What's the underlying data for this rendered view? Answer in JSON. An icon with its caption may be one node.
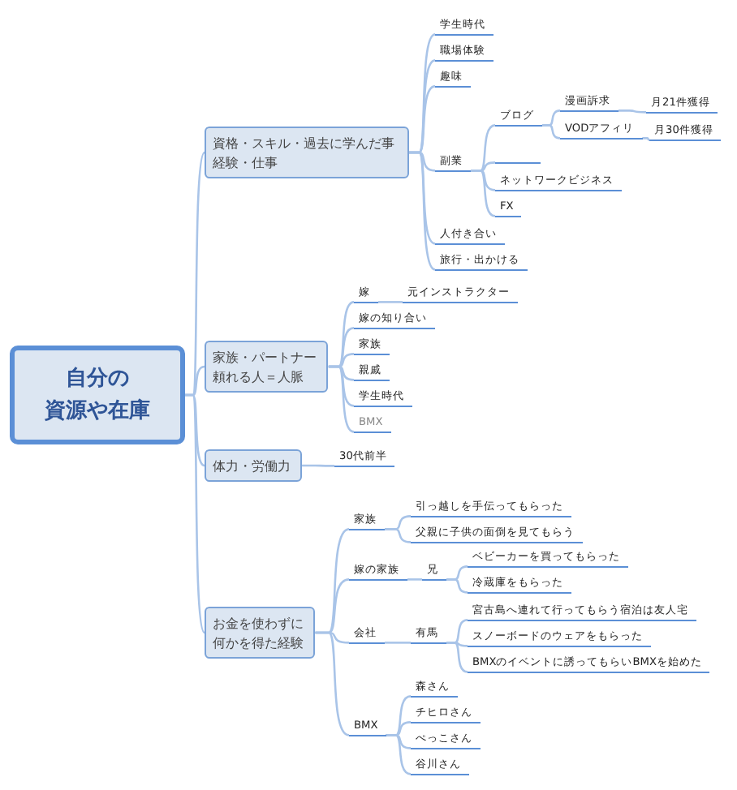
{
  "diagram": {
    "nodes": [
      {
        "text": [
          "自分の資源や在庫"
        ]
      },
      {
        "text": [
          "資格・スキル・過去に学んだ事経験・仕事"
        ]
      },
      {
        "text": [
          "学生時代"
        ]
      },
      {
        "text": [
          "職場体験"
        ]
      },
      {
        "text": [
          "趣味"
        ]
      },
      {
        "text": [
          "副業"
        ]
      },
      {
        "text": [
          "ブログ"
        ]
      },
      {
        "text": [
          "漫画訴求"
        ]
      },
      {
        "text": [
          "月21件獲得"
        ]
      },
      {
        "text": [
          "VODアフィリ"
        ]
      },
      {
        "text": [
          "月30件獲得"
        ]
      },
      {
        "text": [],
        "shape": "bar"
      },
      {
        "text": [
          "ネットワークビジネス"
        ]
      },
      {
        "text": [
          "FX"
        ]
      },
      {
        "text": [
          "人付き合い"
        ]
      },
      {
        "text": [
          "旅行・出かける"
        ]
      },
      {
        "text": [
          "家族・パートナー頼れる人＝人脈"
        ]
      },
      {
        "text": [
          "嫁"
        ]
      },
      {
        "text": [
          "元インストラクター"
        ]
      },
      {
        "text": [
          "嫁の知り合い"
        ]
      },
      {
        "text": [
          "家族"
        ]
      },
      {
        "text": [
          "親戚"
        ]
      },
      {
        "text": [
          "学生時代"
        ]
      },
      {
        "text": [
          "BMX"
        ]
      },
      {
        "text": [
          "体力・労働力"
        ]
      },
      {
        "text": [
          "30代前半"
        ]
      },
      {
        "text": [
          "お金を使わずに何かを得た経験"
        ]
      },
      {
        "text": [
          "家族"
        ]
      },
      {
        "text": [
          "引っ越しを手伝ってもらった"
        ]
      },
      {
        "text": [
          "父親に子供の面倒を見てもらう"
        ]
      },
      {
        "text": [
          "嫁の家族"
        ]
      },
      {
        "text": [
          "兄"
        ]
      },
      {
        "text": [
          "ベビーカーを買ってもらった"
        ]
      },
      {
        "text": [
          "冷蔵庫をもらった"
        ]
      },
      {
        "text": [
          "会社"
        ]
      },
      {
        "text": [
          "有馬"
        ]
      },
      {
        "text": [
          "宮古島へ連れて行ってもらう宿泊は友人宅"
        ]
      },
      {
        "text": [
          "スノーボードのウェアをもらった"
        ]
      },
      {
        "text": [
          "BMXのイベントに誘ってもらいBMXを始めた"
        ]
      },
      {
        "text": [
          "BMX"
        ]
      },
      {
        "text": [
          "森さん"
        ]
      },
      {
        "text": [
          "チヒロさん"
        ]
      },
      {
        "text": [
          "ぺっこさん"
        ]
      },
      {
        "text": [
          "谷川さん"
        ]
      }
    ],
    "edges": [
      {
        "from": 0,
        "to": 1,
        "arrow": "none"
      },
      {
        "from": 1,
        "to": 2,
        "arrow": "none"
      },
      {
        "from": 1,
        "to": 3,
        "arrow": "none"
      },
      {
        "from": 1,
        "to": 4,
        "arrow": "none"
      },
      {
        "from": 1,
        "to": 5,
        "arrow": "none"
      },
      {
        "from": 5,
        "to": 6,
        "arrow": "none"
      },
      {
        "from": 6,
        "to": 7,
        "arrow": "none"
      },
      {
        "from": 7,
        "to": 8,
        "arrow": "none"
      },
      {
        "from": 6,
        "to": 9,
        "arrow": "none"
      },
      {
        "from": 9,
        "to": 10,
        "arrow": "none"
      },
      {
        "from": 5,
        "to": 11,
        "arrow": "none"
      },
      {
        "from": 5,
        "to": 12,
        "arrow": "none"
      },
      {
        "from": 5,
        "to": 13,
        "arrow": "none"
      },
      {
        "from": 1,
        "to": 14,
        "arrow": "none"
      },
      {
        "from": 1,
        "to": 15,
        "arrow": "none"
      },
      {
        "from": 0,
        "to": 16,
        "arrow": "none"
      },
      {
        "from": 16,
        "to": 17,
        "arrow": "none"
      },
      {
        "from": 17,
        "to": 18,
        "arrow": "none"
      },
      {
        "from": 16,
        "to": 19,
        "arrow": "none"
      },
      {
        "from": 16,
        "to": 20,
        "arrow": "none"
      },
      {
        "from": 16,
        "to": 21,
        "arrow": "none"
      },
      {
        "from": 16,
        "to": 22,
        "arrow": "none"
      },
      {
        "from": 16,
        "to": 23,
        "arrow": "none"
      },
      {
        "from": 0,
        "to": 24,
        "arrow": "none"
      },
      {
        "from": 24,
        "to": 25,
        "arrow": "none"
      },
      {
        "from": 0,
        "to": 26,
        "arrow": "none"
      },
      {
        "from": 26,
        "to": 27,
        "arrow": "none"
      },
      {
        "from": 27,
        "to": 28,
        "arrow": "none"
      },
      {
        "from": 27,
        "to": 29,
        "arrow": "none"
      },
      {
        "from": 26,
        "to": 30,
        "arrow": "none"
      },
      {
        "from": 30,
        "to": 31,
        "arrow": "none"
      },
      {
        "from": 31,
        "to": 32,
        "arrow": "none"
      },
      {
        "from": 31,
        "to": 33,
        "arrow": "none"
      },
      {
        "from": 26,
        "to": 34,
        "arrow": "none"
      },
      {
        "from": 34,
        "to": 35,
        "arrow": "none"
      },
      {
        "from": 35,
        "to": 36,
        "arrow": "none"
      },
      {
        "from": 35,
        "to": 37,
        "arrow": "none"
      },
      {
        "from": 35,
        "to": 38,
        "arrow": "none"
      },
      {
        "from": 26,
        "to": 39,
        "arrow": "none"
      },
      {
        "from": 39,
        "to": 40,
        "arrow": "none"
      },
      {
        "from": 39,
        "to": 41,
        "arrow": "none"
      },
      {
        "from": 39,
        "to": 42,
        "arrow": "none"
      },
      {
        "from": 39,
        "to": 43,
        "arrow": "none"
      }
    ]
  }
}
